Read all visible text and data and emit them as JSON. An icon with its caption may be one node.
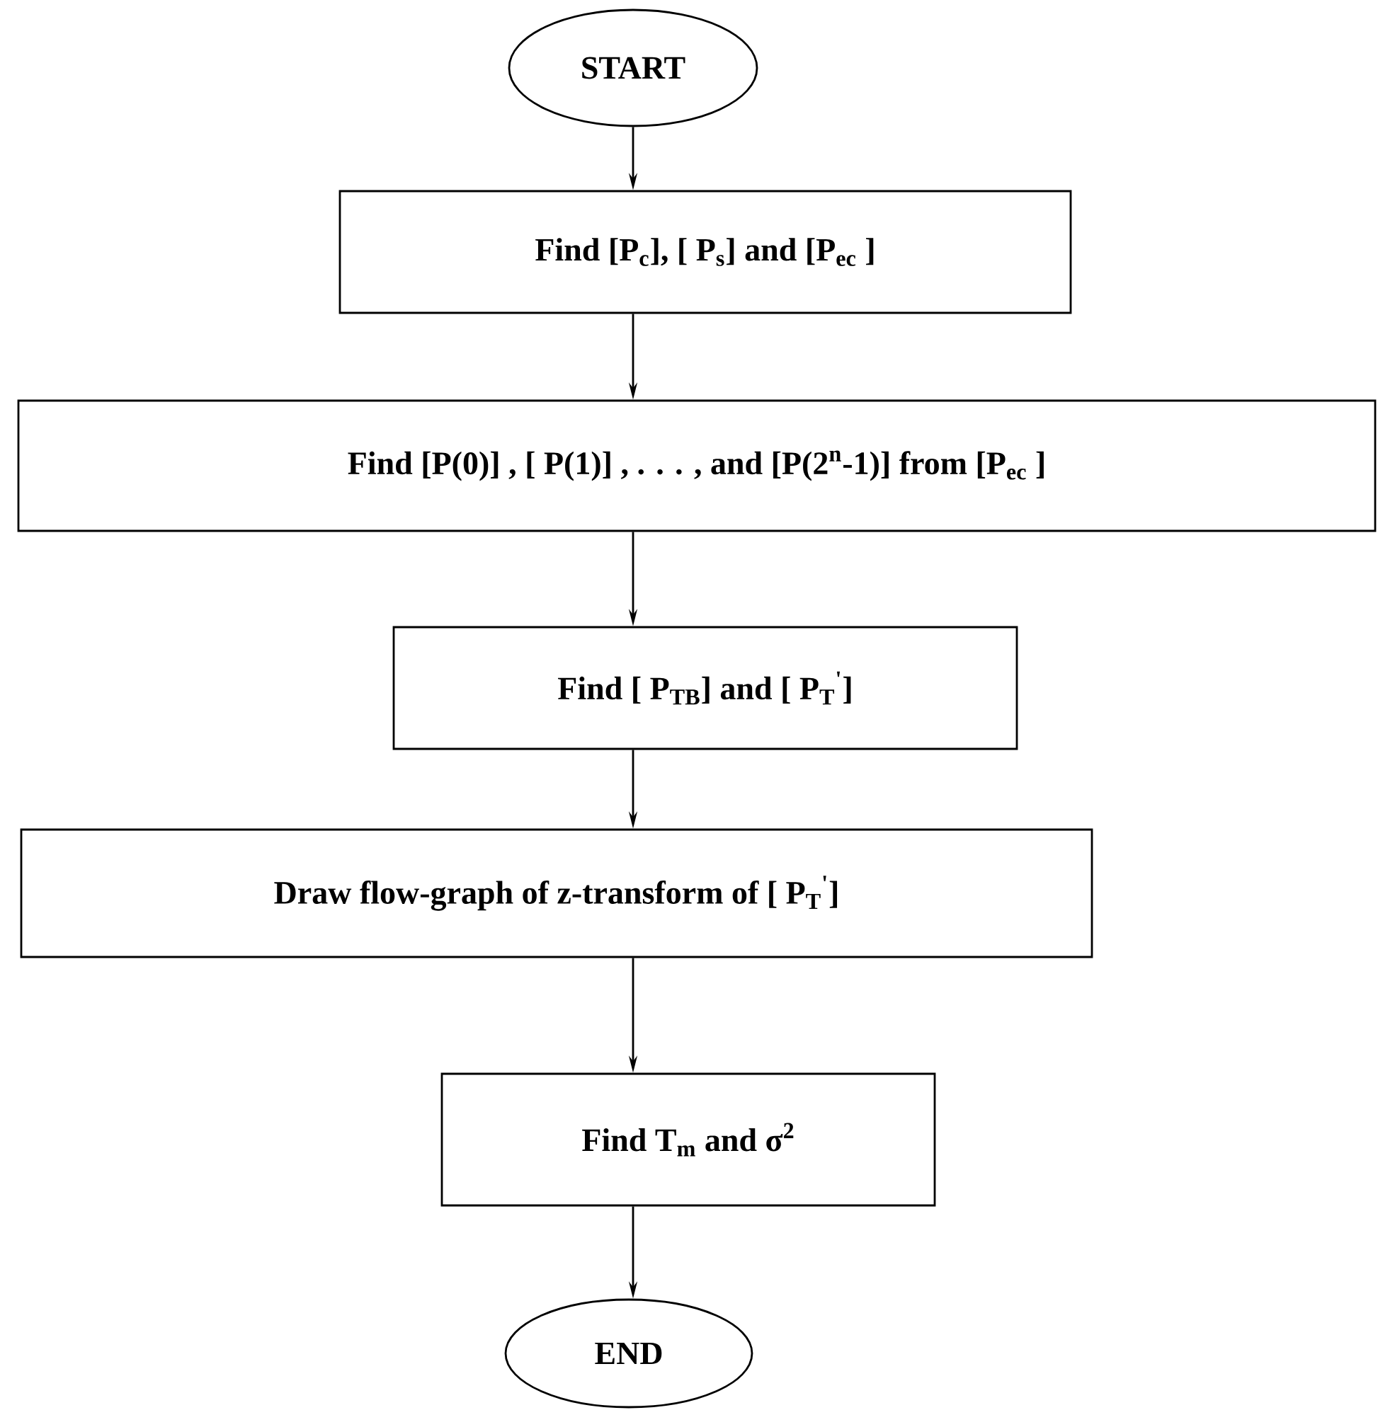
{
  "diagram": {
    "nodes": [
      {
        "text": [
          "START"
        ]
      },
      {
        "text": [
          "Find [P$_{c}$], [ P$_{s}$] and [P$_{ec}$ ]"
        ]
      },
      {
        "text": [
          "Find [P(0)] , [ P(1)] , . . . , and [P(2$^{n}$-1)] from [P$_{ec}$ ]"
        ]
      },
      {
        "text": [
          "Find [ P$_{TB}$] and [ P$_{T}$$^{'}$]"
        ]
      },
      {
        "text": [
          "Draw flow-graph of z-transform of [ P$_{T}$$^{'}$]"
        ]
      },
      {
        "text": [
          "Find T$_{m}$ and σ$^{2}$"
        ]
      },
      {
        "text": [
          "END"
        ]
      }
    ],
    "edges": [
      {
        "from": 0,
        "to": 1,
        "arrow": "to"
      },
      {
        "from": 1,
        "to": 2,
        "arrow": "to"
      },
      {
        "from": 2,
        "to": 3,
        "arrow": "to"
      },
      {
        "from": 3,
        "to": 4,
        "arrow": "to"
      },
      {
        "from": 4,
        "to": 5,
        "arrow": "to"
      },
      {
        "from": 5,
        "to": 6,
        "arrow": "to"
      }
    ]
  }
}
